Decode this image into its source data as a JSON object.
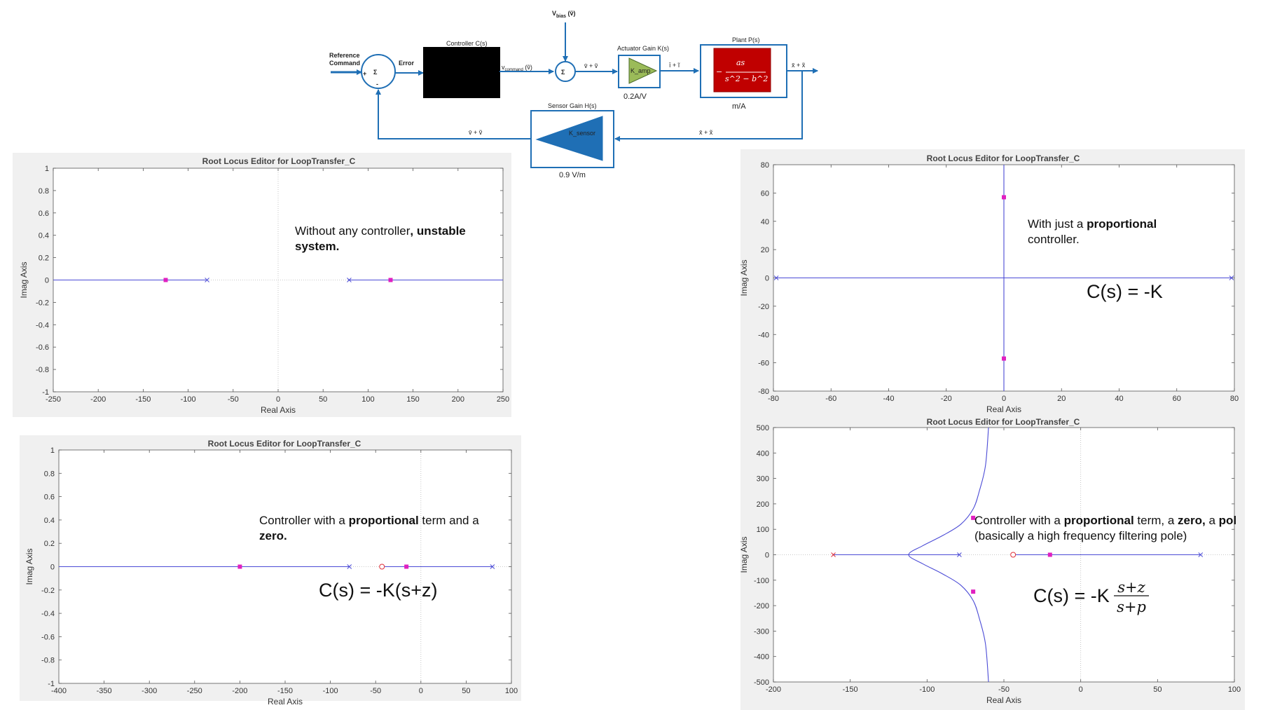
{
  "diagram": {
    "vbias_main": "V",
    "vbias_sub": "bias",
    "vbias_tail": " (ṽ)",
    "reference_line1": "Reference",
    "reference_line2": "Command",
    "plus_sign": "+",
    "minus_sign": "-",
    "sigma": "Σ",
    "error_label": "Error",
    "controller_title": "Controller C(s)",
    "vcommand_main": "v",
    "vcommand_sub": "command",
    "vcommand_tail": " (ṽ)",
    "sum2_out": "v̄ + ṽ",
    "actuator_title": "Actuator Gain K(s)",
    "actuator_block": "K_amp",
    "actuator_value": "0.2A/V",
    "current_label": "ī + ĩ",
    "plant_title": "Plant P(s)",
    "plant_num": "as",
    "plant_den": "s^2 − b^2",
    "plant_neg": "−",
    "plant_unit": "m/A",
    "output_label": "x̄ + x̃",
    "sensor_title": "Sensor Gain H(s)",
    "sensor_block": "K_sensor",
    "sensor_value": "0.9 V/m",
    "feedback_label_left": "v̄ + ṽ",
    "feedback_label_right": "x̄  + x̃",
    "colors": {
      "wire": "#1f6fb5",
      "controller": "#000000",
      "actuator": "#9bbb59",
      "plant": "#c00000",
      "sensor": "#1f6fb5"
    }
  },
  "plots": [
    {
      "id": "plot-no-controller",
      "title": "Root Locus Editor for LoopTransfer_C",
      "xlabel": "Real Axis",
      "ylabel": "Imag Axis",
      "xlim": [
        -250,
        250
      ],
      "ylim": [
        -1,
        1
      ],
      "xticks": [
        "-250",
        "-200",
        "-150",
        "-100",
        "-50",
        "0",
        "50",
        "100",
        "150",
        "200",
        "250"
      ],
      "yticks": [
        "-1",
        "-0.8",
        "-0.6",
        "-0.4",
        "-0.2",
        "0",
        "0.2",
        "0.4",
        "0.6",
        "0.8",
        "1"
      ],
      "note_lines": [
        [
          {
            "t": "Without any controller",
            "b": false
          },
          {
            "t": ", unstable",
            "b": true
          }
        ],
        [
          {
            "t": "system.",
            "b": true
          }
        ]
      ],
      "formula": ""
    },
    {
      "id": "plot-proportional",
      "title": "Root Locus Editor for LoopTransfer_C",
      "xlabel": "Real Axis",
      "ylabel": "Imag Axis",
      "xlim": [
        -80,
        80
      ],
      "ylim": [
        -80,
        80
      ],
      "xticks": [
        "-80",
        "-60",
        "-40",
        "-20",
        "0",
        "20",
        "40",
        "60",
        "80"
      ],
      "yticks": [
        "-80",
        "-60",
        "-40",
        "-20",
        "0",
        "20",
        "40",
        "60",
        "80"
      ],
      "note_lines": [
        [
          {
            "t": "With just a ",
            "b": false
          },
          {
            "t": "proportional",
            "b": true
          }
        ],
        [
          {
            "t": "controller.",
            "b": false
          }
        ]
      ],
      "formula": "C(s) = -K"
    },
    {
      "id": "plot-prop-zero",
      "title": "Root Locus Editor for LoopTransfer_C",
      "xlabel": "Real Axis",
      "ylabel": "Imag Axis",
      "xlim": [
        -400,
        100
      ],
      "ylim": [
        -1,
        1
      ],
      "xticks": [
        "-400",
        "-350",
        "-300",
        "-250",
        "-200",
        "-150",
        "-100",
        "-50",
        "0",
        "50",
        "100"
      ],
      "yticks": [
        "-1",
        "-0.8",
        "-0.6",
        "-0.4",
        "-0.2",
        "0",
        "0.2",
        "0.4",
        "0.6",
        "0.8",
        "1"
      ],
      "note_lines": [
        [
          {
            "t": "Controller with a ",
            "b": false
          },
          {
            "t": "proportional",
            "b": true
          },
          {
            "t": " term and a",
            "b": false
          }
        ],
        [
          {
            "t": "zero.",
            "b": true
          }
        ]
      ],
      "formula": "C(s) = -K(s+z)"
    },
    {
      "id": "plot-prop-zero-pole",
      "title": "Root Locus Editor for LoopTransfer_C",
      "xlabel": "Real Axis",
      "ylabel": "Imag Axis",
      "xlim": [
        -200,
        100
      ],
      "ylim": [
        -500,
        500
      ],
      "xticks": [
        "-200",
        "-150",
        "-100",
        "-50",
        "0",
        "50",
        "100"
      ],
      "yticks": [
        "-500",
        "-400",
        "-300",
        "-200",
        "-100",
        "0",
        "100",
        "200",
        "300",
        "400",
        "500"
      ],
      "note_lines": [
        [
          {
            "t": "Controller with a ",
            "b": false
          },
          {
            "t": "proportional",
            "b": true
          },
          {
            "t": " term, a ",
            "b": false
          },
          {
            "t": "zero,",
            "b": true
          },
          {
            "t": " a ",
            "b": false
          },
          {
            "t": "pol",
            "b": true
          }
        ],
        [
          {
            "t": "(basically a high frequency filtering pole)",
            "b": false
          }
        ]
      ],
      "formula_prefix": "C(s) = -K",
      "formula_num": "s+z",
      "formula_den": "s+p"
    }
  ],
  "chart_data": [
    {
      "type": "scatter",
      "title": "Root Locus Editor for LoopTransfer_C",
      "xlabel": "Real Axis",
      "ylabel": "Imag Axis",
      "xlim": [
        -250,
        250
      ],
      "ylim": [
        -1,
        1
      ],
      "grid": false,
      "branches": [
        {
          "x": [
            -250,
            -80
          ],
          "y": [
            0,
            0
          ]
        },
        {
          "x": [
            78,
            250
          ],
          "y": [
            0,
            0
          ]
        }
      ],
      "open_loop_poles": [
        {
          "x": -79,
          "y": 0
        },
        {
          "x": 79,
          "y": 0
        }
      ],
      "open_loop_zeros": [],
      "closed_loop_poles": [
        {
          "x": -125,
          "y": 0
        },
        {
          "x": 125,
          "y": 0
        }
      ]
    },
    {
      "type": "scatter",
      "title": "Root Locus Editor for LoopTransfer_C",
      "xlabel": "Real Axis",
      "ylabel": "Imag Axis",
      "xlim": [
        -80,
        80
      ],
      "ylim": [
        -80,
        80
      ],
      "grid": false,
      "branches": [
        {
          "x": [
            -79,
            79
          ],
          "y": [
            0,
            0
          ]
        },
        {
          "x": [
            0,
            0
          ],
          "y": [
            -80,
            80
          ]
        }
      ],
      "open_loop_poles": [
        {
          "x": -79,
          "y": 0
        },
        {
          "x": 79,
          "y": 0
        }
      ],
      "open_loop_zeros": [],
      "closed_loop_poles": [
        {
          "x": 0,
          "y": 57
        },
        {
          "x": 0,
          "y": -57
        }
      ]
    },
    {
      "type": "scatter",
      "title": "Root Locus Editor for LoopTransfer_C",
      "xlabel": "Real Axis",
      "ylabel": "Imag Axis",
      "xlim": [
        -400,
        100
      ],
      "ylim": [
        -1,
        1
      ],
      "grid": false,
      "branches": [
        {
          "x": [
            -400,
            -79
          ],
          "y": [
            0,
            0
          ]
        },
        {
          "x": [
            -43,
            79
          ],
          "y": [
            0,
            0
          ]
        }
      ],
      "open_loop_poles": [
        {
          "x": -79,
          "y": 0
        },
        {
          "x": 79,
          "y": 0
        }
      ],
      "open_loop_zeros": [
        {
          "x": -43,
          "y": 0
        }
      ],
      "closed_loop_poles": [
        {
          "x": -200,
          "y": 0
        },
        {
          "x": -16,
          "y": 0
        }
      ]
    },
    {
      "type": "scatter",
      "title": "Root Locus Editor for LoopTransfer_C",
      "xlabel": "Real Axis",
      "ylabel": "Imag Axis",
      "xlim": [
        -200,
        100
      ],
      "ylim": [
        -500,
        500
      ],
      "grid": false,
      "branches": [
        {
          "x": [
            -161,
            -79
          ],
          "y": [
            0,
            0
          ]
        },
        {
          "x": [
            -44,
            78
          ],
          "y": [
            0,
            0
          ]
        },
        {
          "x": [
            -60,
            -62,
            -66,
            -70,
            -78,
            -90,
            -103,
            -112,
            -103,
            -90,
            -78,
            -70,
            -66,
            -62,
            -60
          ],
          "y": [
            500,
            350,
            250,
            180,
            120,
            75,
            35,
            0,
            -35,
            -75,
            -120,
            -180,
            -250,
            -350,
            -500
          ]
        }
      ],
      "open_loop_poles": [
        {
          "x": -161,
          "y": 0
        },
        {
          "x": -79,
          "y": 0
        },
        {
          "x": 78,
          "y": 0
        }
      ],
      "open_loop_zeros": [
        {
          "x": -44,
          "y": 0
        }
      ],
      "closed_loop_poles": [
        {
          "x": -70,
          "y": 145
        },
        {
          "x": -70,
          "y": -145
        },
        {
          "x": -20,
          "y": 0
        }
      ]
    }
  ]
}
